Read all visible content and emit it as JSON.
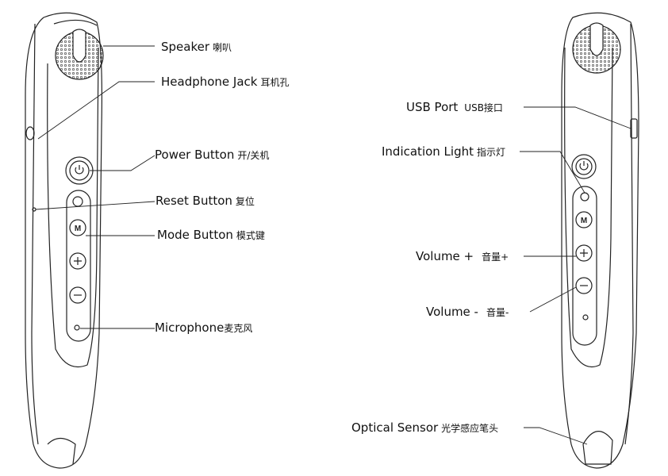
{
  "left_pen": {
    "labels": [
      {
        "en": "Speaker",
        "zh": "喇叭"
      },
      {
        "en": "Headphone Jack",
        "zh": "耳机孔"
      },
      {
        "en": "Power Button",
        "zh": "开/关机"
      },
      {
        "en": "Reset Button",
        "zh": "复位"
      },
      {
        "en": "Mode Button",
        "zh": "模式键"
      },
      {
        "en": "Microphone",
        "zh": "麦克风"
      }
    ]
  },
  "right_pen": {
    "labels": [
      {
        "en": "USB Port",
        "zh": "USB接口"
      },
      {
        "en": "Indication Light",
        "zh": "指示灯"
      },
      {
        "en": "Volume +",
        "zh": "音量+"
      },
      {
        "en": "Volume -",
        "zh": "音量-"
      },
      {
        "en": "Optical Sensor",
        "zh": "光学感应笔头"
      }
    ]
  },
  "button_glyphs": {
    "mode": "M",
    "plus": "+",
    "minus": "−"
  }
}
